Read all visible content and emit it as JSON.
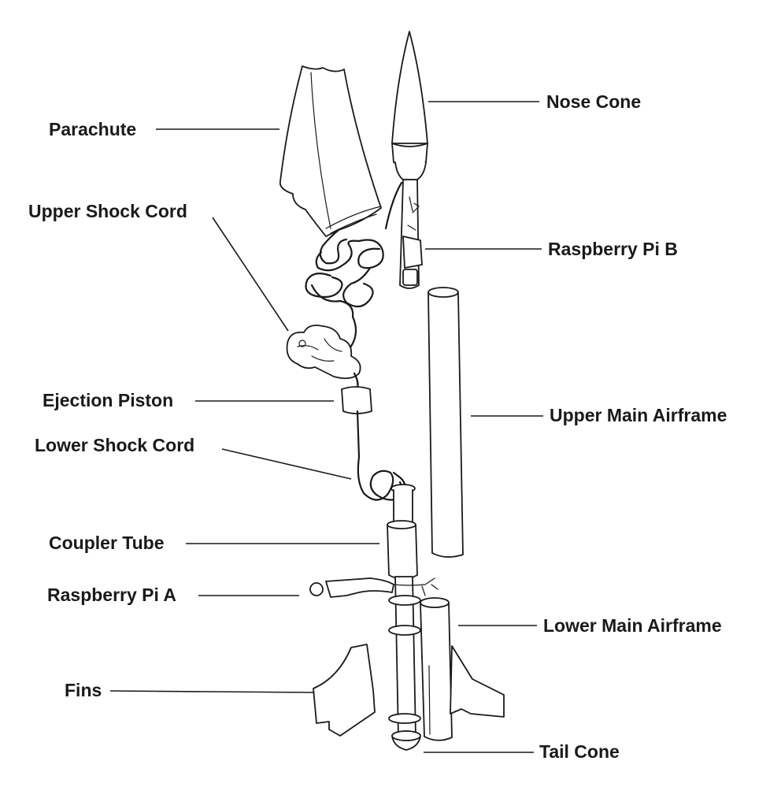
{
  "labels": {
    "nose_cone": "Nose Cone",
    "parachute": "Parachute",
    "upper_shock_cord": "Upper Shock Cord",
    "raspberry_pi_b": "Raspberry Pi B",
    "ejection_piston": "Ejection Piston",
    "upper_main_airframe": "Upper Main Airframe",
    "lower_shock_cord": "Lower Shock Cord",
    "coupler_tube": "Coupler Tube",
    "raspberry_pi_a": "Raspberry Pi A",
    "lower_main_airframe": "Lower Main Airframe",
    "fins": "Fins",
    "tail_cone": "Tail Cone"
  }
}
